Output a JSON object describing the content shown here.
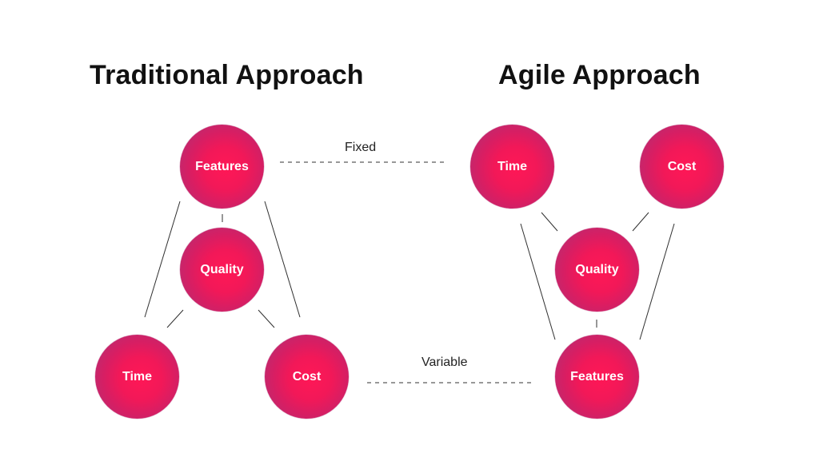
{
  "diagram": {
    "traditional": {
      "title": "Traditional Approach",
      "nodes": {
        "features": "Features",
        "quality": "Quality",
        "time": "Time",
        "cost": "Cost"
      }
    },
    "agile": {
      "title": "Agile Approach",
      "nodes": {
        "time": "Time",
        "cost": "Cost",
        "quality": "Quality",
        "features": "Features"
      }
    },
    "labels": {
      "fixed": "Fixed",
      "variable": "Variable"
    },
    "colors": {
      "node_primary": "#ff1756",
      "node_edge": "#a93479",
      "node_text": "#ffffff",
      "line": "#303030"
    }
  }
}
